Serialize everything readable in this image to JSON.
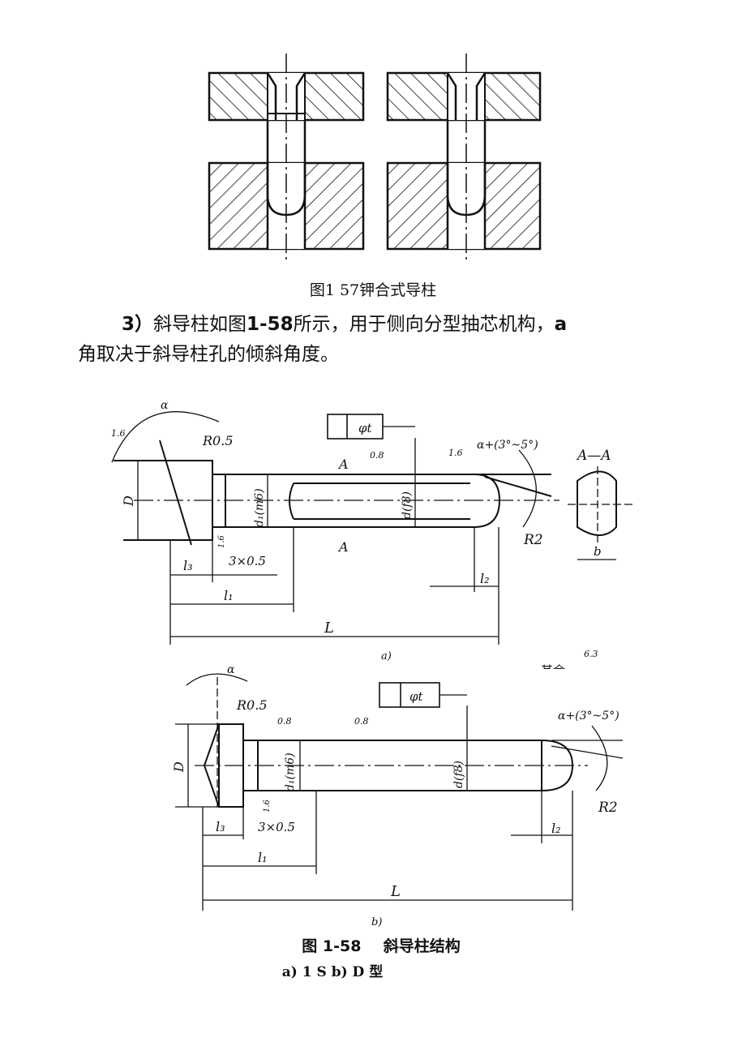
{
  "fig157": {
    "caption": "图1 57钾合式导柱"
  },
  "paragraph": {
    "num": "3）",
    "text1": "斜导柱如图",
    "figref": "1-58",
    "text2": "所示，用于侧向分型抽芯机构，",
    "alpha": "a",
    "line2": "角取决于斜导柱孔的倾斜角度。"
  },
  "fig158a": {
    "alpha": "α",
    "rough1": "1.6",
    "r05": "R0.5",
    "tol": "φt",
    "sectionA_top": "A",
    "sectionA_bot": "A",
    "rough08": "0.8",
    "rough16b": "1.6",
    "angle": "α+(3°~5°)",
    "section": "A—A",
    "D": "D",
    "d1": "d₁(m6)",
    "d": "d(f8)",
    "rough16c": "1.6",
    "chamfer": "3×0.5",
    "R2": "R2",
    "l3": "l₃",
    "l1": "l₁",
    "l2": "l₂",
    "b": "b",
    "L": "L",
    "sublabel": "a)",
    "rest_text": "其余",
    "rest_rough": "6.3"
  },
  "fig158b": {
    "alpha": "α",
    "r05": "R0.5",
    "tol": "φt",
    "rough08a": "0.8",
    "rough08b": "0.8",
    "angle": "α+(3°~5°)",
    "D": "D",
    "d1": "d₁(m6)",
    "d": "d(f8)",
    "rough16": "1.6",
    "chamfer": "3×0.5",
    "R2": "R2",
    "l3": "l₃",
    "l1": "l₁",
    "l2": "l₂",
    "L": "L",
    "sublabel": "b)"
  },
  "caption158": {
    "num": "图 1-58",
    "title": "斜导柱结构"
  },
  "subcaption": "a) 1 S b) D 型"
}
